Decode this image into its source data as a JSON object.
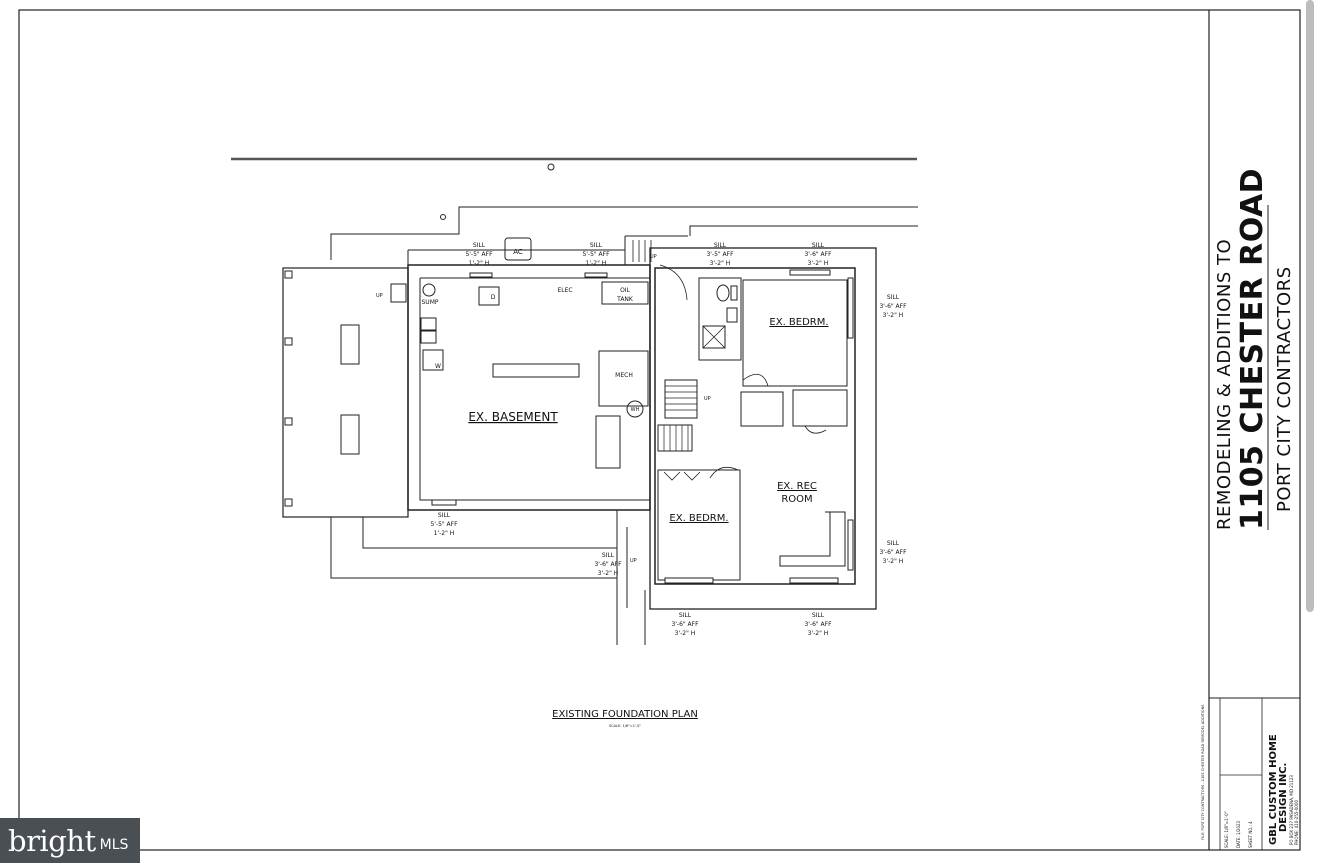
{
  "title_block": {
    "line1": "REMODELING & ADDITIONS TO",
    "line2": "1105 CHESTER ROAD",
    "line3": "PORT CITY CONTRACTORS"
  },
  "drawing": {
    "title": "EXISTING FOUNDATION PLAN",
    "scale": "SCALE: 1/8\"=1'-0\""
  },
  "rooms": {
    "basement": "EX. BASEMENT",
    "bedroom_upper": "EX. BEDRM.",
    "bedroom_lower": "EX. BEDRM.",
    "rec_line1": "EX. REC",
    "rec_line2": "ROOM"
  },
  "fixtures": {
    "ac": "AC",
    "elec": "ELEC",
    "oil_line1": "OIL",
    "oil_line2": "TANK",
    "sump": "SUMP",
    "mech": "MECH",
    "wh": "WH",
    "up": "UP",
    "d": "D",
    "w": "W"
  },
  "sills": {
    "s1": [
      "SILL",
      "5'-5\" AFF",
      "1'-2\" H"
    ],
    "s2": [
      "SILL",
      "5'-5\" AFF",
      "1'-2\" H"
    ],
    "s3": [
      "SILL",
      "3'-5\" AFF",
      "3'-2\" H"
    ],
    "s4": [
      "SILL",
      "3'-6\" AFF",
      "3'-2\" H"
    ],
    "s5": [
      "SILL",
      "3'-6\" AFF",
      "3'-2\" H"
    ],
    "s6": [
      "SILL",
      "5'-5\" AFF",
      "1'-2\" H"
    ],
    "s7": [
      "SILL",
      "3'-6\" AFF",
      "3'-2\" H"
    ],
    "s8": [
      "SILL",
      "3'-6\" AFF",
      "3'-2\" H"
    ],
    "s9": [
      "SILL",
      "3'-6\" AFF",
      "3'-2\" H"
    ],
    "s10": [
      "SILL",
      "3'-6\" AFF",
      "3'-2\" H"
    ]
  },
  "designer": {
    "name1": "GBL CUSTOM HOME",
    "name2": "DESIGN INC.",
    "addr": "PO BOX 237 PASADENA, MD 21123",
    "phone": "PHONE: 410-255-0000"
  },
  "sheet_info": {
    "scale": "SCALE: 1/8\"=1'-0\"",
    "date": "DATE: 1/2023",
    "sheet": "SHEET NO.: 4"
  },
  "file_note": "FILE: PORT CITY CONTRACTORS - 1105 CHESTER ROAD REMODEL ADDITIONS",
  "watermark": {
    "brand": "bright",
    "mls": "MLS"
  }
}
